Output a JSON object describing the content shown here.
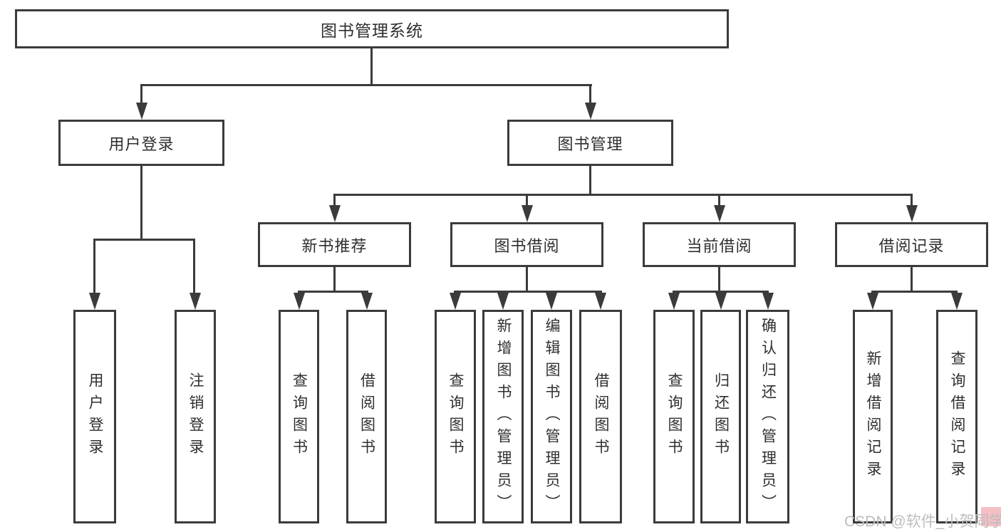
{
  "diagram": {
    "root": "图书管理系统",
    "login_branch": {
      "label": "用户登录",
      "children": [
        "用户登录",
        "注销登录"
      ]
    },
    "management_branch": {
      "label": "图书管理",
      "groups": [
        {
          "label": "新书推荐",
          "children": [
            "查询图书",
            "借阅图书"
          ]
        },
        {
          "label": "图书借阅",
          "children": [
            "查询图书",
            "新增图书（管理员）",
            "编辑图书（管理员）",
            "借阅图书"
          ]
        },
        {
          "label": "当前借阅",
          "children": [
            "查询图书",
            "归还图书",
            "确认归还（管理员）"
          ]
        },
        {
          "label": "借阅记录",
          "children": [
            "新增借阅记录",
            "查询借阅记录"
          ]
        }
      ]
    }
  },
  "watermark": {
    "text": "CSDN @软件_小贺同学"
  },
  "colors": {
    "line": "#3b3b3b",
    "text": "#2f2f2f",
    "background": "#ffffff",
    "watermark_text": "#bdbdbd",
    "watermark_accent": "#f3bfc4"
  }
}
